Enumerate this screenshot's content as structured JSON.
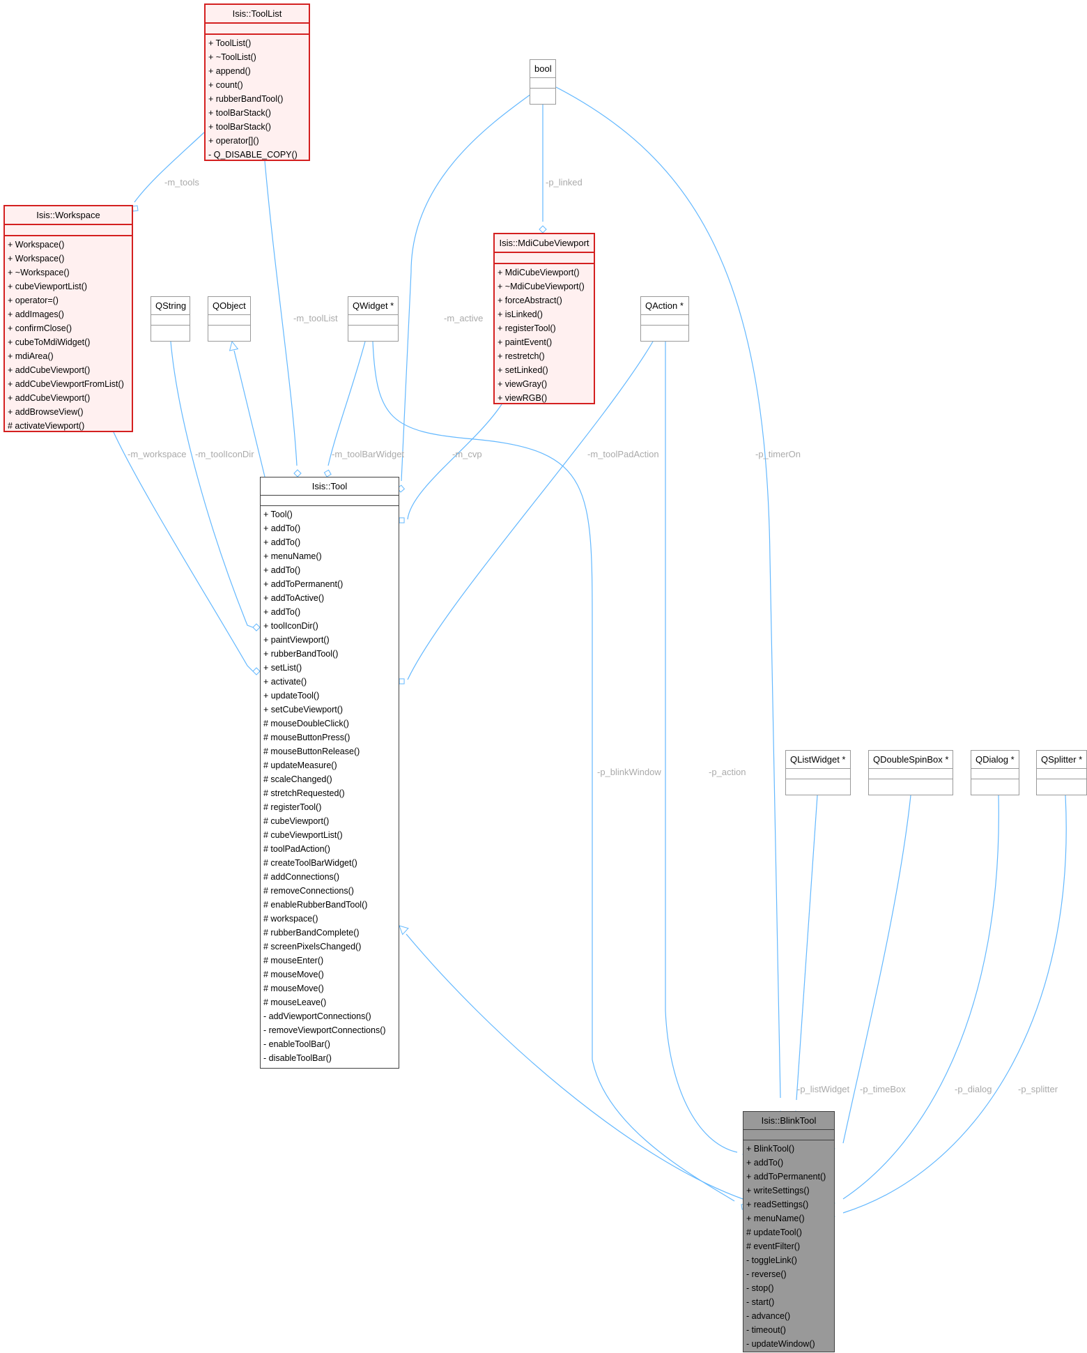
{
  "colors": {
    "edge": "#63b8ff",
    "red_border": "#d42020",
    "red_fill": "#fff0f0",
    "focus_fill": "#999999",
    "label": "#aaaaaa"
  },
  "nodes": {
    "toollist": {
      "title": "Isis::ToolList",
      "ops": [
        "+ ToolList()",
        "+ ~ToolList()",
        "+ append()",
        "+ count()",
        "+ rubberBandTool()",
        "+ toolBarStack()",
        "+ toolBarStack()",
        "+ operator[]()",
        "- Q_DISABLE_COPY()"
      ]
    },
    "workspace": {
      "title": "Isis::Workspace",
      "ops": [
        "+ Workspace()",
        "+ Workspace()",
        "+ ~Workspace()",
        "+ cubeViewportList()",
        "+ operator=()",
        "+ addImages()",
        "+ confirmClose()",
        "+ cubeToMdiWidget()",
        "+ mdiArea()",
        "+ addCubeViewport()",
        "+ addCubeViewportFromList()",
        "+ addCubeViewport()",
        "+ addBrowseView()",
        "# activateViewport()"
      ]
    },
    "bool": {
      "title": "bool"
    },
    "mdicube": {
      "title": "Isis::MdiCubeViewport",
      "ops": [
        "+ MdiCubeViewport()",
        "+ ~MdiCubeViewport()",
        "+ forceAbstract()",
        "+ isLinked()",
        "+ registerTool()",
        "+ paintEvent()",
        "+ restretch()",
        "+ setLinked()",
        "+ viewGray()",
        "+ viewRGB()"
      ]
    },
    "qstring": {
      "title": "QString"
    },
    "qobject": {
      "title": "QObject"
    },
    "qwidget": {
      "title": "QWidget *"
    },
    "qaction": {
      "title": "QAction *"
    },
    "tool": {
      "title": "Isis::Tool",
      "ops": [
        "+ Tool()",
        "+ addTo()",
        "+ addTo()",
        "+ menuName()",
        "+ addTo()",
        "+ addToPermanent()",
        "+ addToActive()",
        "+ addTo()",
        "+ toolIconDir()",
        "+ paintViewport()",
        "+ rubberBandTool()",
        "+ setList()",
        "+ activate()",
        "+ updateTool()",
        "+ setCubeViewport()",
        "# mouseDoubleClick()",
        "# mouseButtonPress()",
        "# mouseButtonRelease()",
        "# updateMeasure()",
        "# scaleChanged()",
        "# stretchRequested()",
        "# registerTool()",
        "# cubeViewport()",
        "# cubeViewportList()",
        "# toolPadAction()",
        "# createToolBarWidget()",
        "# addConnections()",
        "# removeConnections()",
        "# enableRubberBandTool()",
        "# workspace()",
        "# rubberBandComplete()",
        "# screenPixelsChanged()",
        "# mouseEnter()",
        "# mouseMove()",
        "# mouseMove()",
        "# mouseLeave()",
        "- addViewportConnections()",
        "- removeViewportConnections()",
        "- enableToolBar()",
        "- disableToolBar()"
      ]
    },
    "qlistwidget": {
      "title": "QListWidget *"
    },
    "qdoublespin": {
      "title": "QDoubleSpinBox *"
    },
    "qdialog": {
      "title": "QDialog *"
    },
    "qsplitter": {
      "title": "QSplitter *"
    },
    "blinktool": {
      "title": "Isis::BlinkTool",
      "ops": [
        "+ BlinkTool()",
        "+ addTo()",
        "+ addToPermanent()",
        "+ writeSettings()",
        "+ readSettings()",
        "+ menuName()",
        "# updateTool()",
        "# eventFilter()",
        "- toggleLink()",
        "- reverse()",
        "- stop()",
        "- start()",
        "- advance()",
        "- timeout()",
        "- updateWindow()"
      ]
    }
  },
  "edge_labels": {
    "m_tools": "-m_tools",
    "p_linked": "-p_linked",
    "m_toolList": "-m_toolList",
    "m_active": "-m_active",
    "m_workspace": "-m_workspace",
    "m_toolIconDir": "-m_toolIconDir",
    "m_toolBarWidget": "-m_toolBarWidget",
    "m_cvp": "-m_cvp",
    "m_toolPadAction": "-m_toolPadAction",
    "p_timerOn": "-p_timerOn",
    "p_blinkWindow": "-p_blinkWindow",
    "p_action": "-p_action",
    "p_listWidget": "-p_listWidget",
    "p_timeBox": "-p_timeBox",
    "p_dialog": "-p_dialog",
    "p_splitter": "-p_splitter"
  }
}
